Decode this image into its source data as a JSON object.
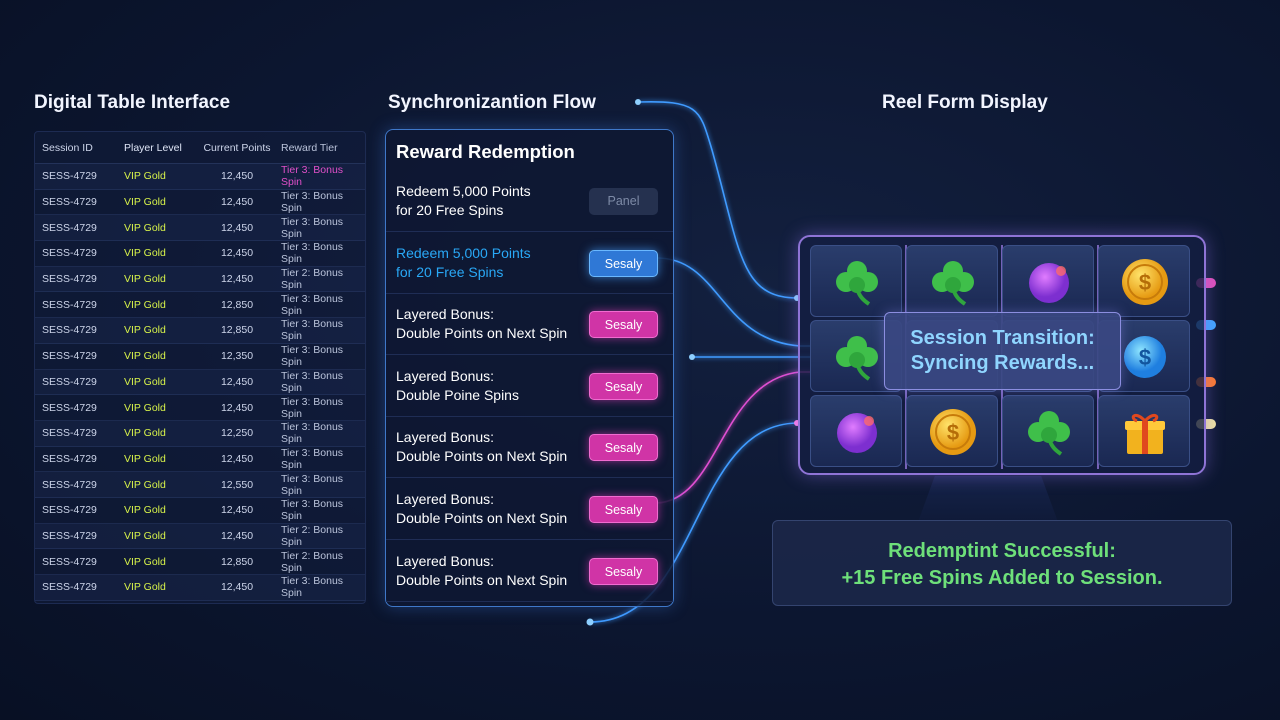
{
  "sections": {
    "table_title": "Digital Table Interface",
    "sync_title": "Synchronizantion Flow",
    "reel_title": "Reel Form Display"
  },
  "table": {
    "headers": [
      "Session ID",
      "Player Level",
      "Current Points",
      "Reward Tier"
    ],
    "rows": [
      [
        "SESS-4729",
        "VIP Gold",
        "12,450",
        "Tier 3: Bonus Spin"
      ],
      [
        "SESS-4729",
        "VIP Gold",
        "12,450",
        "Tier 3: Bonus Spin"
      ],
      [
        "SESS-4729",
        "VIP Gold",
        "12,450",
        "Tier 3: Bonus Spin"
      ],
      [
        "SESS-4729",
        "VIP Gold",
        "12,450",
        "Tier 3: Bonus Spin"
      ],
      [
        "SESS-4729",
        "VIP Gold",
        "12,450",
        "Tier 2: Bonus Spin"
      ],
      [
        "SESS-4729",
        "VIP Gold",
        "12,850",
        "Tier 3: Bonus Spin"
      ],
      [
        "SESS-4729",
        "VIP Gold",
        "12,850",
        "Tier 3: Bonus Spin"
      ],
      [
        "SESS-4729",
        "VIP Gold",
        "12,350",
        "Tier 3: Bonus Spin"
      ],
      [
        "SESS-4729",
        "VIP Gold",
        "12,450",
        "Tier 3: Bonus Spin"
      ],
      [
        "SESS-4729",
        "VIP Gold",
        "12,450",
        "Tier 3: Bonus Spin"
      ],
      [
        "SESS-4729",
        "VIP Gold",
        "12,250",
        "Tier 3: Bonus Spin"
      ],
      [
        "SESS-4729",
        "VIP Gold",
        "12,450",
        "Tier 3: Bonus Spin"
      ],
      [
        "SESS-4729",
        "VIP Gold",
        "12,550",
        "Tier 3: Bonus Spin"
      ],
      [
        "SESS-4729",
        "VIP Gold",
        "12,450",
        "Tier 3: Bonus Spin"
      ],
      [
        "SESS-4729",
        "VIP Gold",
        "12,450",
        "Tier 2: Bonus Spin"
      ],
      [
        "SESS-4729",
        "VIP Gold",
        "12,850",
        "Tier 2: Bonus Spin"
      ],
      [
        "SESS-4729",
        "VIP Gold",
        "12,450",
        "Tier 3: Bonus Spin"
      ]
    ]
  },
  "reward": {
    "title": "Reward Redemption",
    "items": [
      {
        "line1": "Redeem 5,000 Points",
        "line2": "for 20 Free Spins",
        "button": "Panel",
        "style": "grey"
      },
      {
        "line1": "Redeem 5,000 Points",
        "line2": "for 20 Free Spins",
        "button": "Sesaly",
        "style": "blue"
      },
      {
        "line1": "Layered Bonus:",
        "line2": "Double Points on Next Spin",
        "button": "Sesaly",
        "style": "pink"
      },
      {
        "line1": "Layered Bonus:",
        "line2": "Double Poine Spins",
        "button": "Sesaly",
        "style": "pink"
      },
      {
        "line1": "Layered Bonus:",
        "line2": "Double Points on Next Spin",
        "button": "Sesaly",
        "style": "pink"
      },
      {
        "line1": "Layered Bonus:",
        "line2": "Double Points on Next Spin",
        "button": "Sesaly",
        "style": "pink"
      },
      {
        "line1": "Layered Bonus:",
        "line2": "Double Points on Next Spin",
        "button": "Sesaly",
        "style": "pink"
      }
    ]
  },
  "reel": {
    "symbols": [
      [
        "clover-icon",
        "clover-icon",
        "purple-orb-icon",
        "gold-coin-icon"
      ],
      [
        "clover-icon",
        "",
        "",
        "blue-coin-icon"
      ],
      [
        "purple-orb-icon",
        "gold-coin-icon",
        "clover-icon",
        "gift-box-icon"
      ]
    ],
    "transition_line1": "Session Transition:",
    "transition_line2": "Syncing Rewards..."
  },
  "success": {
    "line1": "Redemptint Successful:",
    "line2": "+15 Free Spins Added to Session."
  },
  "colors": {
    "accent_blue": "#3f8fe0",
    "accent_pink": "#d034a6",
    "success_green": "#6ee07a",
    "vip_gold": "#d7f24a"
  }
}
